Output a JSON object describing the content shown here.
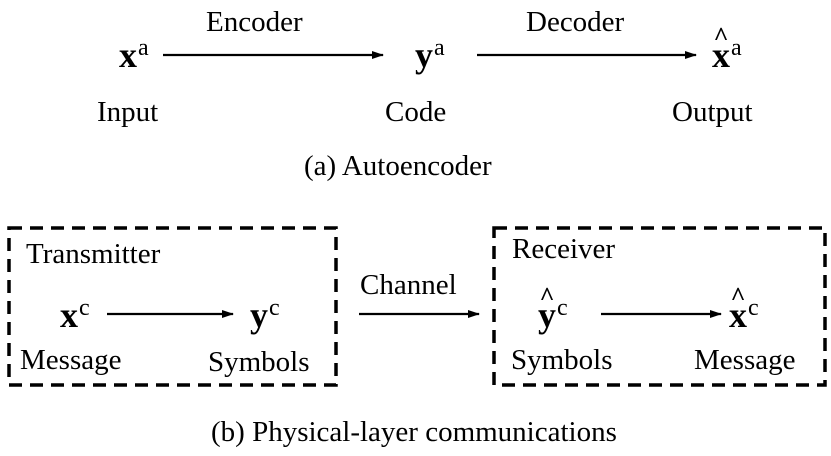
{
  "autoencoder": {
    "caption": "(a) Autoencoder",
    "encoder_label": "Encoder",
    "decoder_label": "Decoder",
    "input": {
      "symbol": "x",
      "sup": "a",
      "label": "Input"
    },
    "code": {
      "symbol": "y",
      "sup": "a",
      "label": "Code"
    },
    "output": {
      "symbol": "x",
      "sup": "a",
      "label": "Output"
    }
  },
  "communications": {
    "caption": "(b) Physical-layer communications",
    "channel_label": "Channel",
    "transmitter": {
      "title": "Transmitter",
      "message": {
        "symbol": "x",
        "sup": "c",
        "label": "Message"
      },
      "symbols": {
        "symbol": "y",
        "sup": "c",
        "label": "Symbols"
      }
    },
    "receiver": {
      "title": "Receiver",
      "symbols": {
        "symbol": "y",
        "sup": "c",
        "label": "Symbols"
      },
      "message": {
        "symbol": "x",
        "sup": "c",
        "label": "Message"
      }
    }
  }
}
